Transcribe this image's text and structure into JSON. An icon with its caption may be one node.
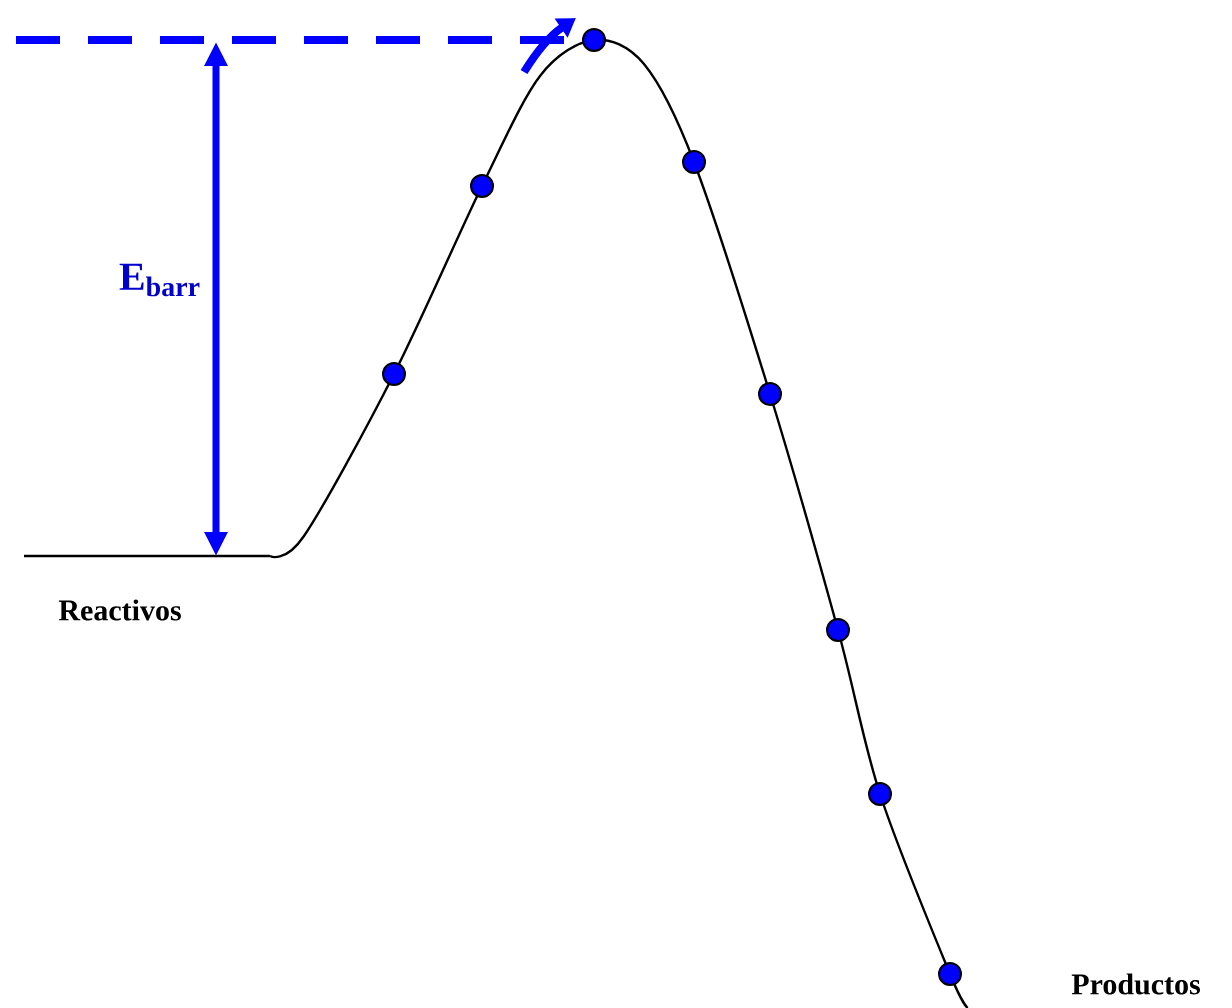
{
  "diagram": {
    "labels": [
      "E$_{barr}$",
      "Reactivos",
      "Productos"
    ]
  }
}
